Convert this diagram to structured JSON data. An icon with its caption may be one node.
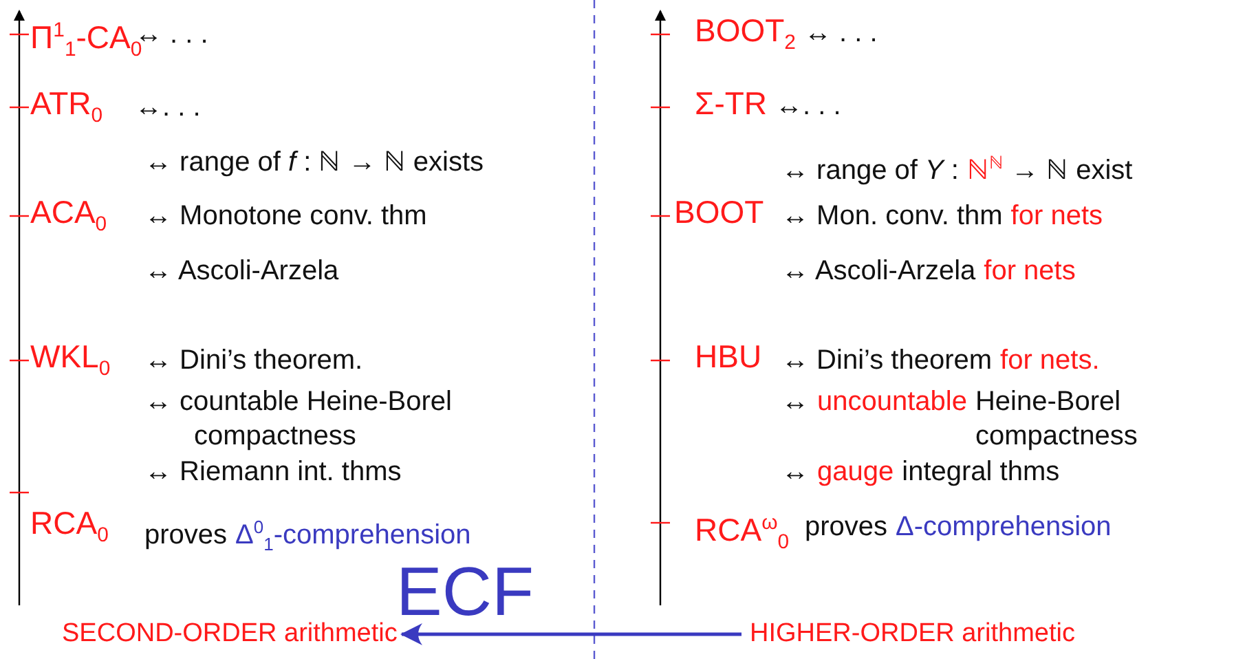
{
  "diagram": {
    "nodes": [
      {
        "text": [
          "SECOND-ORDER arithmetic"
        ]
      },
      {
        "text": [
          "HIGHER-ORDER arithmetic"
        ]
      }
    ],
    "edges": [
      {
        "from": 1,
        "to": 0,
        "arrow": "to",
        "label": "ECF"
      }
    ],
    "labels": [
      "Π$^{1}$$_{1}$-CA$_{0}$",
      "↔ . . .",
      "ATR$_{0}$",
      "↔. . .",
      "↔ range of *f* : ℕ → ℕ exists",
      "ACA$_{0}$",
      "↔ Monotone conv. thm",
      "↔ Ascoli-Arzela",
      "WKL$_{0}$",
      "↔ Dini’s theorem.",
      "↔ countable Heine-Borel compactness",
      "↔ Riemann int. thms",
      "RCA$_{0}$",
      "proves",
      "Δ$^{0}$$_{1}$-comprehension",
      "BOOT$_{2}$",
      "↔ . . .",
      "Σ-TR",
      "↔. . .",
      "↔ range of *Y* :",
      "ℕ$^{ℕ}$",
      "→ ℕ exist",
      "BOOT",
      "↔ Mon. conv. thm",
      "for nets",
      "↔ Ascoli-Arzela",
      "for nets",
      "HBU",
      "↔ Dini’s theorem",
      "for nets.",
      "↔",
      "uncountable",
      "Heine-Borel compactness",
      "↔",
      "gauge",
      "integral thms",
      "RCA$^{ω}$$_{0}$",
      "proves",
      "Δ-comprehension"
    ]
  }
}
